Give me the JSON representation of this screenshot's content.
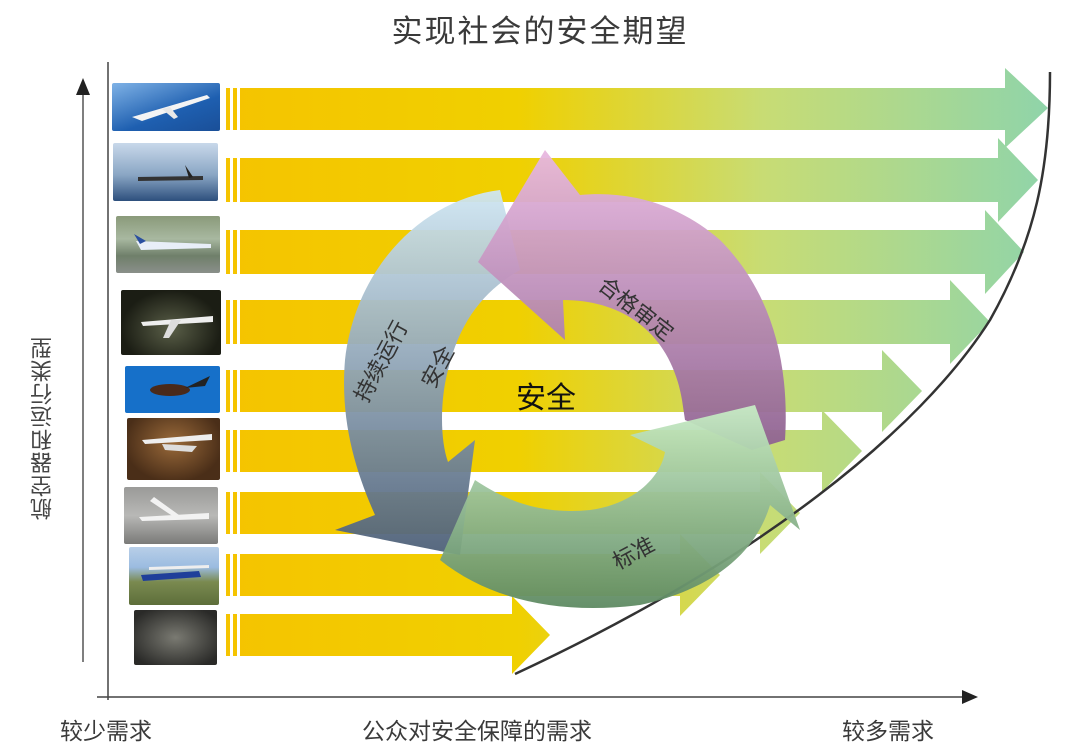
{
  "title": "实现社会的安全期望",
  "y_axis": {
    "label": "航空器和运行类型"
  },
  "x_axis": {
    "label": "公众对安全保障的需求",
    "left_label": "较少需求",
    "right_label": "较多需求"
  },
  "cycle": {
    "center": "安全",
    "segments": [
      {
        "label": "合格审定",
        "color": "#c98fc6"
      },
      {
        "label": "标准",
        "color": "#8fcf9c"
      },
      {
        "label": "持续运行安全",
        "line1": "持续运行",
        "line2": "安全",
        "color": "#9ec4dc"
      }
    ]
  },
  "rows": [
    {
      "aircraft": "large-airliner",
      "colors": [
        "#1e5fb0",
        "#7fb2e6"
      ]
    },
    {
      "aircraft": "regional-jet",
      "colors": [
        "#2d4f7d",
        "#c8d8ea"
      ]
    },
    {
      "aircraft": "business-jet",
      "colors": [
        "#6f7f6a",
        "#a8b8a0"
      ]
    },
    {
      "aircraft": "light-jet",
      "colors": [
        "#1b1d14",
        "#5a5f48"
      ]
    },
    {
      "aircraft": "very-light-jet",
      "colors": [
        "#1670c9",
        "#3a8be0"
      ]
    },
    {
      "aircraft": "piston-aircraft",
      "colors": [
        "#4a2e18",
        "#9a6a3a"
      ]
    },
    {
      "aircraft": "light-sport-aircraft",
      "colors": [
        "#7a7a78",
        "#b8b8b6"
      ]
    },
    {
      "aircraft": "homebuilt-aircraft",
      "colors": [
        "#5d6e3a",
        "#9bbbe0"
      ]
    },
    {
      "aircraft": "unmanned-or-experimental",
      "colors": [
        "#2a2a28",
        "#7a7a72"
      ]
    }
  ],
  "colors": {
    "arrow_start": "#f5c400",
    "arrow_mid": "#cfdc6a",
    "arrow_end": "#8fd4aa",
    "axis": "#333333",
    "boundary_curve": "#333333"
  }
}
